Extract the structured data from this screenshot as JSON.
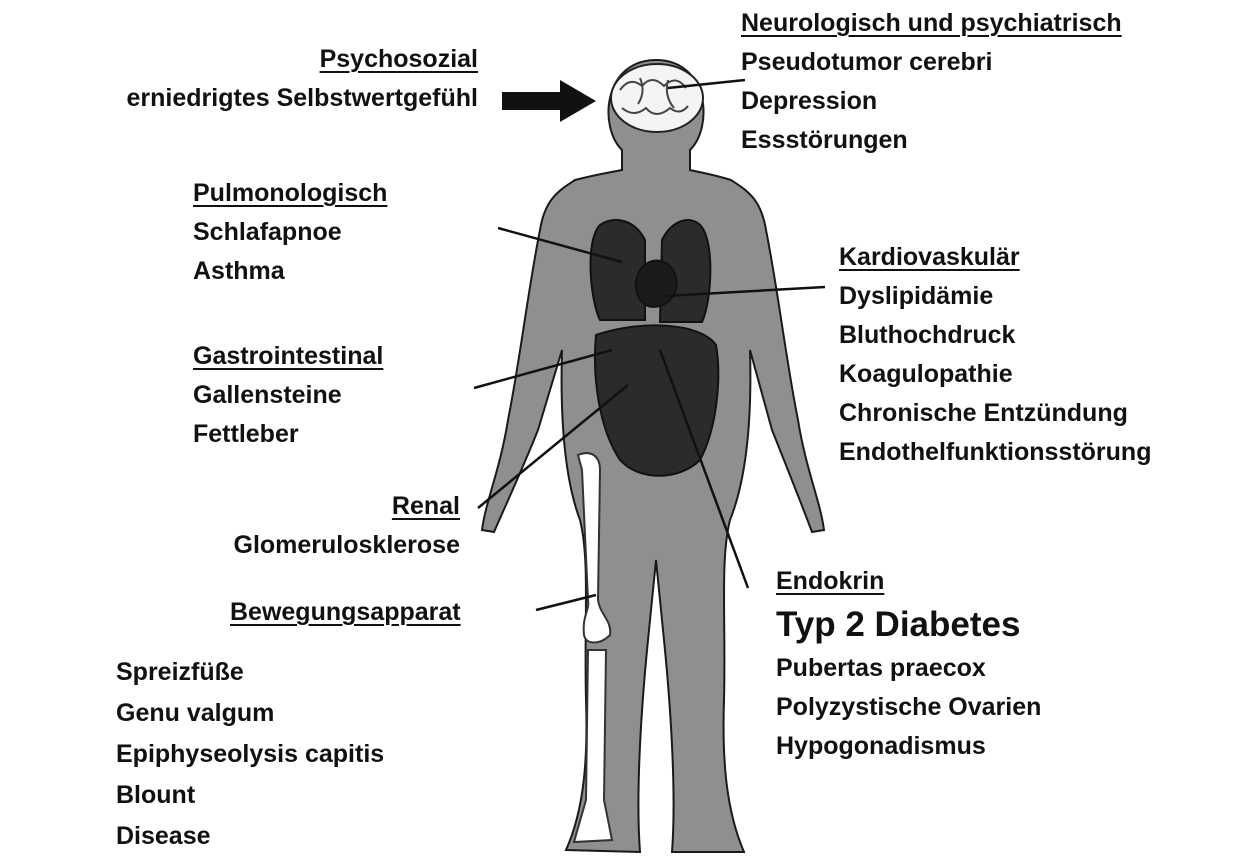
{
  "colors": {
    "body": "#8f8f8f",
    "organs": "#2b2b2b",
    "bone": "#ffffff",
    "ink": "#111111"
  },
  "groups": {
    "psychosozial": {
      "heading": "Psychosozial",
      "items": [
        "erniedrigtes Selbstwertgefühl"
      ]
    },
    "neuro": {
      "heading": "Neurologisch und psychiatrisch",
      "items": [
        "Pseudotumor cerebri",
        "Depression",
        "Essstörungen"
      ]
    },
    "pulmo": {
      "heading": "Pulmonologisch",
      "items": [
        "Schlafapnoe",
        "Asthma"
      ]
    },
    "kardio": {
      "heading": "Kardiovaskulär",
      "items": [
        "Dyslipidämie",
        "Bluthochdruck",
        "Koagulopathie",
        "Chronische Entzündung",
        "Endothelfunktionsstörung"
      ]
    },
    "gastro": {
      "heading": "Gastrointestinal",
      "items": [
        "Gallensteine",
        "Fettleber"
      ]
    },
    "renal": {
      "heading": "Renal",
      "items": [
        "Glomerulosklerose"
      ]
    },
    "endokrin": {
      "heading": "Endokrin",
      "items": [
        "Typ 2 Diabetes",
        "Pubertas praecox",
        "Polyzystische Ovarien",
        "Hypogonadismus"
      ]
    },
    "bewegung": {
      "heading": "Bewegungsapparat",
      "items": [
        "Spreizfüße",
        "Genu valgum",
        "Epiphyseolysis capitis",
        "Blount",
        "Disease"
      ]
    }
  }
}
